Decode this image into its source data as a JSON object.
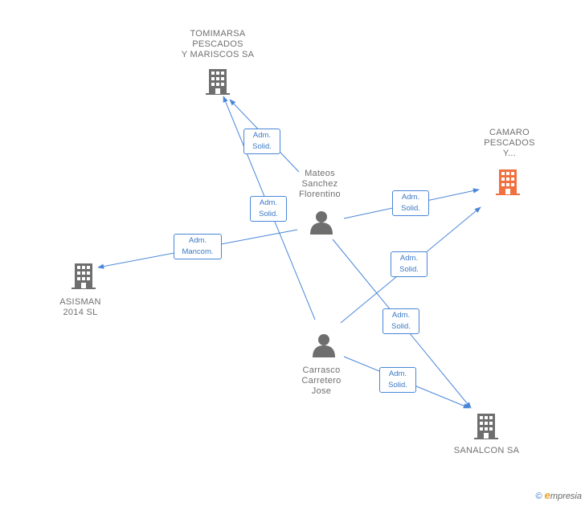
{
  "nodes": {
    "tommarsa": {
      "label": "TOMIMARSA\nPESCADOS\nY MARISCOS SA",
      "type": "company",
      "color": "#6e6e6e"
    },
    "camaro": {
      "label": "CAMARO\nPESCADOS\nY...",
      "type": "company",
      "color": "#f07040"
    },
    "asisman": {
      "label": "ASISMAN\n2014  SL",
      "type": "company",
      "color": "#6e6e6e"
    },
    "sanalcon": {
      "label": "SANALCON SA",
      "type": "company",
      "color": "#6e6e6e"
    },
    "mateos": {
      "label": "Mateos\nSanchez\nFlorentino",
      "type": "person",
      "color": "#6e6e6e"
    },
    "carrasco": {
      "label": "Carrasco\nCarretero\nJose",
      "type": "person",
      "color": "#6e6e6e"
    }
  },
  "edges": [
    {
      "from": "mateos",
      "to": "tommarsa",
      "label": "Adm.\nSolid."
    },
    {
      "from": "carrasco",
      "to": "tommarsa",
      "label": "Adm.\nSolid."
    },
    {
      "from": "mateos",
      "to": "camaro",
      "label": "Adm.\nSolid."
    },
    {
      "from": "carrasco",
      "to": "camaro",
      "label": "Adm.\nSolid."
    },
    {
      "from": "mateos",
      "to": "asisman",
      "label": "Adm.\nMancom."
    },
    {
      "from": "mateos",
      "to": "sanalcon",
      "label": "Adm.\nSolid."
    },
    {
      "from": "carrasco",
      "to": "sanalcon",
      "label": "Adm.\nSolid."
    }
  ],
  "footer": {
    "copyright_symbol": "©",
    "brand_initial": "e",
    "brand_rest": "mpresia"
  },
  "colors": {
    "edge": "#4a86d8",
    "highlight": "#f07040",
    "icon": "#6e6e6e"
  }
}
